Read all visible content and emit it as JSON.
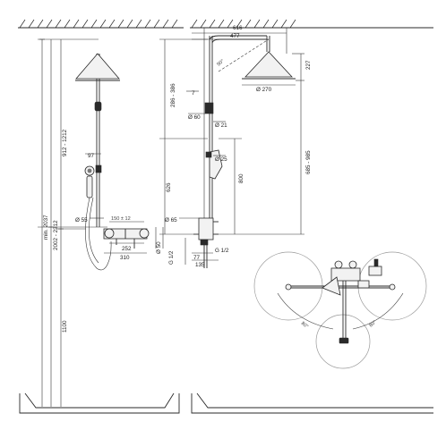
{
  "labels": {
    "w616": "616",
    "w477": "477",
    "h227": "227",
    "d270": "Ø 270",
    "r286": "286 - 386",
    "d60": "Ø 60",
    "d21": "Ø 21",
    "d25": "Ø 25",
    "h800": "800",
    "h685": "685 - 985",
    "h912": "912 - 1212",
    "h2002": "2002 - 2312",
    "h2037": "min. 2037",
    "h1100": "1100",
    "h626": "626",
    "n7": "7",
    "n97": "97",
    "d55": "Ø 55",
    "c150": "150 ± 12",
    "w252": "252",
    "w310": "310",
    "d50": "Ø 50",
    "d65": "Ø 65",
    "g12a": "G 1/2",
    "g12b": "G 1/2",
    "w77": "77",
    "w135": "135",
    "a80a": "80°",
    "a80b": "80°",
    "a90": "90°"
  },
  "colors": {
    "line": "#2a2a2a",
    "circle": "#999999"
  }
}
